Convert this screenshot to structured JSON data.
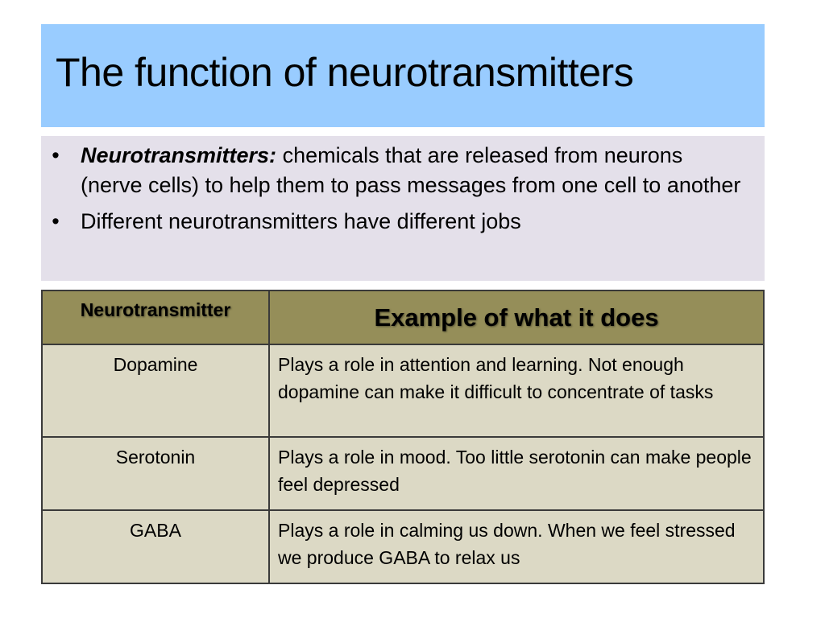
{
  "slide": {
    "title": "The function of neurotransmitters",
    "bullets": [
      {
        "term": "Neurotransmitters:",
        "text": " chemicals that are released from neurons (nerve cells) to help them to pass messages from one cell to another"
      },
      {
        "term": "",
        "text": "Different neurotransmitters have different jobs"
      }
    ],
    "bullet_glyph": "•",
    "table": {
      "headers": [
        "Neurotransmitter",
        "Example of what it does"
      ],
      "rows": [
        {
          "name": "Dopamine",
          "desc": "Plays a role in attention and learning. Not enough dopamine can make it difficult to concentrate of tasks"
        },
        {
          "name": "Serotonin",
          "desc": "Plays a role in mood. Too little serotonin can make people feel depressed"
        },
        {
          "name": "GABA",
          "desc": "Plays a role in calming us down. When we feel stressed we produce GABA to relax us"
        }
      ]
    },
    "colors": {
      "title_bg": "#99ccff",
      "content_bg": "#e4e0ea",
      "table_header_bg": "#958e59",
      "table_cell_bg": "#dcd9c5"
    }
  }
}
